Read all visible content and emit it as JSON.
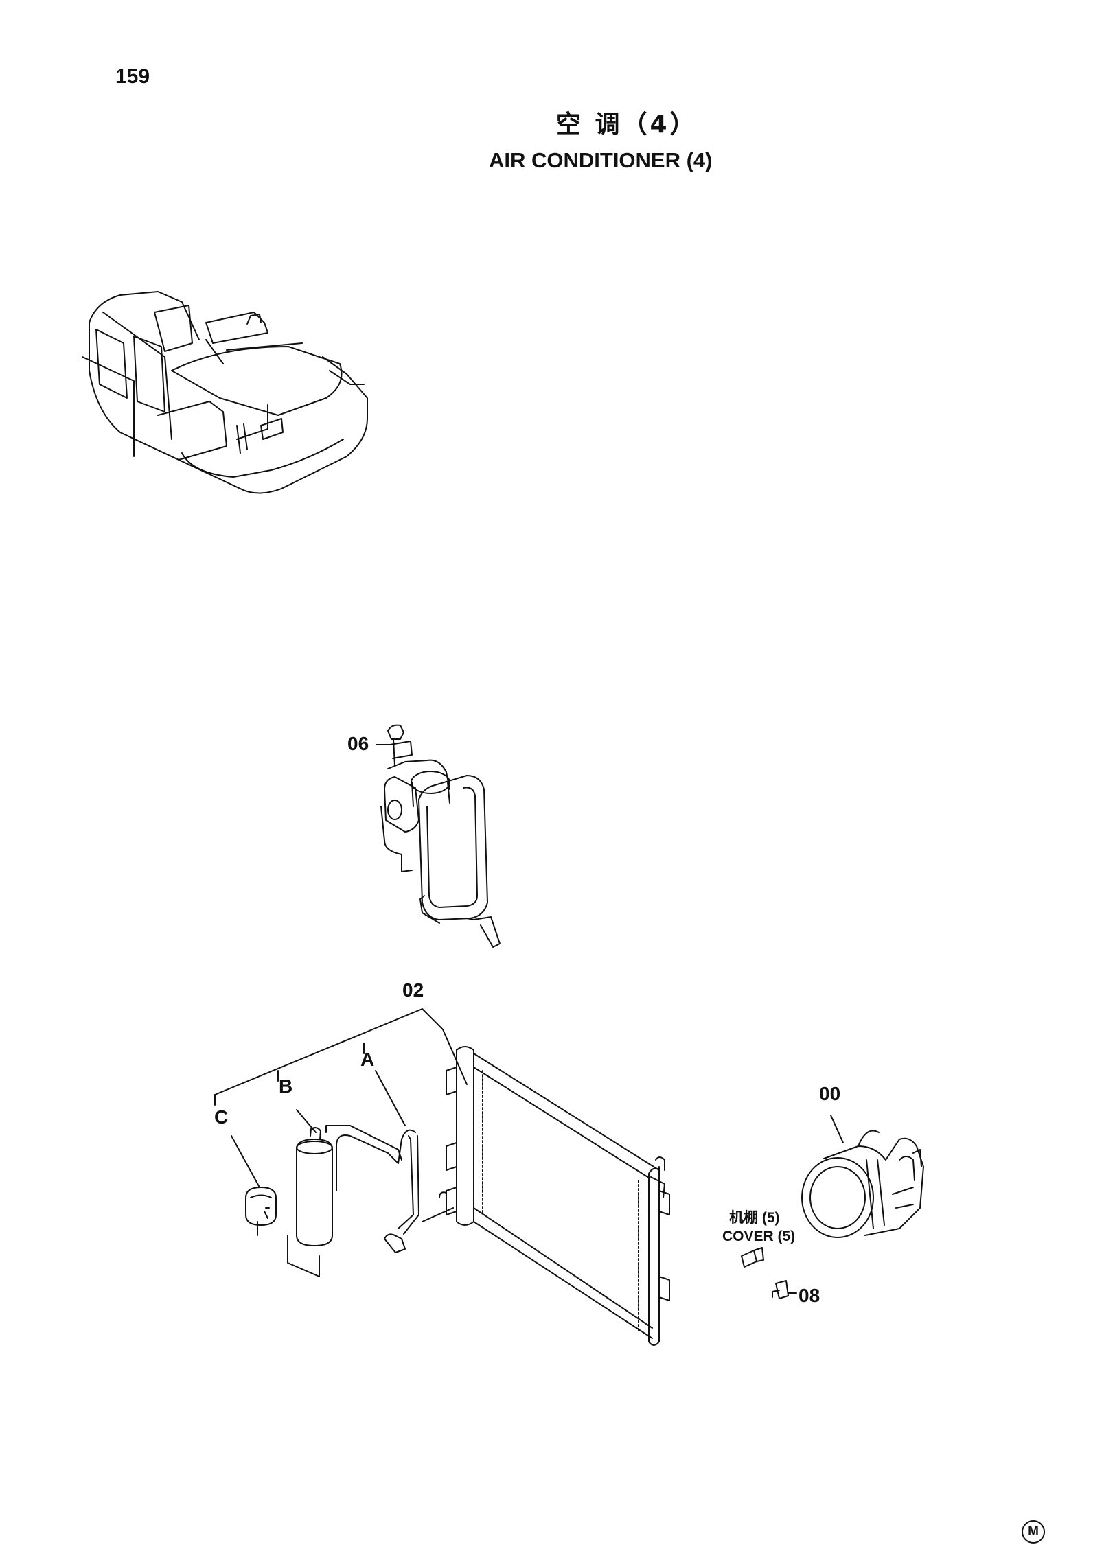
{
  "page_number": "159",
  "title_cn": "空 调（4）",
  "title_en": "AIR CONDITIONER (4)",
  "callouts": {
    "c06": "06",
    "c02": "02",
    "cA": "A",
    "cB": "B",
    "cC": "C",
    "c00": "00",
    "c08": "08"
  },
  "cover_label": {
    "cn": "机棚 (5)",
    "en": "COVER (5)"
  },
  "corner_mark": "M"
}
